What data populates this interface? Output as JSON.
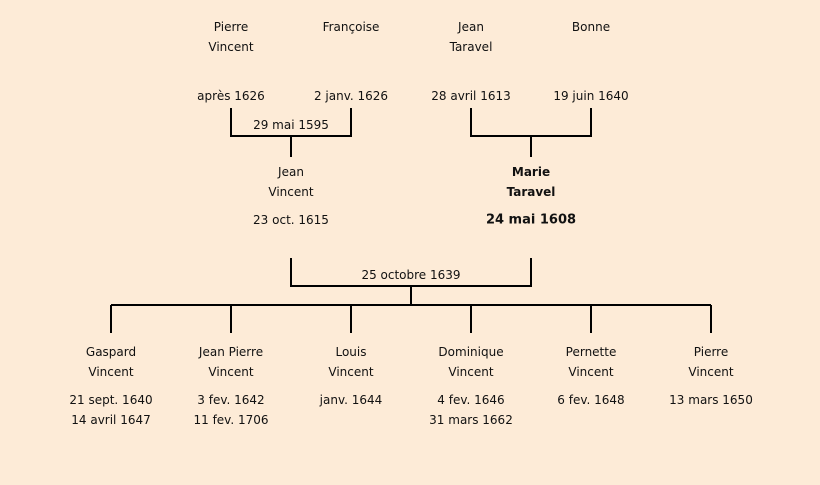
{
  "grandparents": [
    {
      "first": "Pierre",
      "last": "Vincent",
      "date": "après 1626"
    },
    {
      "first": "Françoise",
      "last": "",
      "date": "2 janv. 1626"
    },
    {
      "first": "Jean",
      "last": "Taravel",
      "date": "28 avril 1613"
    },
    {
      "first": "Bonne",
      "last": "",
      "date": "19 juin 1640"
    }
  ],
  "marriages": {
    "vincent": "29 mai 1595",
    "parents": "25 octobre 1639"
  },
  "parents": [
    {
      "first": "Jean",
      "last": "Vincent",
      "date": "23 oct. 1615"
    },
    {
      "first": "Marie",
      "last": "Taravel",
      "date": "24 mai 1608"
    }
  ],
  "children": [
    {
      "first": "Gaspard",
      "last": "Vincent",
      "date1": "21 sept. 1640",
      "date2": "14 avril 1647"
    },
    {
      "first": "Jean Pierre",
      "last": "Vincent",
      "date1": "3 fev. 1642",
      "date2": "11 fev. 1706"
    },
    {
      "first": "Louis",
      "last": "Vincent",
      "date1": "janv. 1644",
      "date2": ""
    },
    {
      "first": "Dominique",
      "last": "Vincent",
      "date1": "4 fev. 1646",
      "date2": "31 mars 1662"
    },
    {
      "first": "Pernette",
      "last": "Vincent",
      "date1": "6 fev. 1648",
      "date2": ""
    },
    {
      "first": "Pierre",
      "last": "Vincent",
      "date1": "13 mars 1650",
      "date2": ""
    }
  ],
  "colors": {
    "background": "#fdebd7",
    "line": "#000000"
  }
}
